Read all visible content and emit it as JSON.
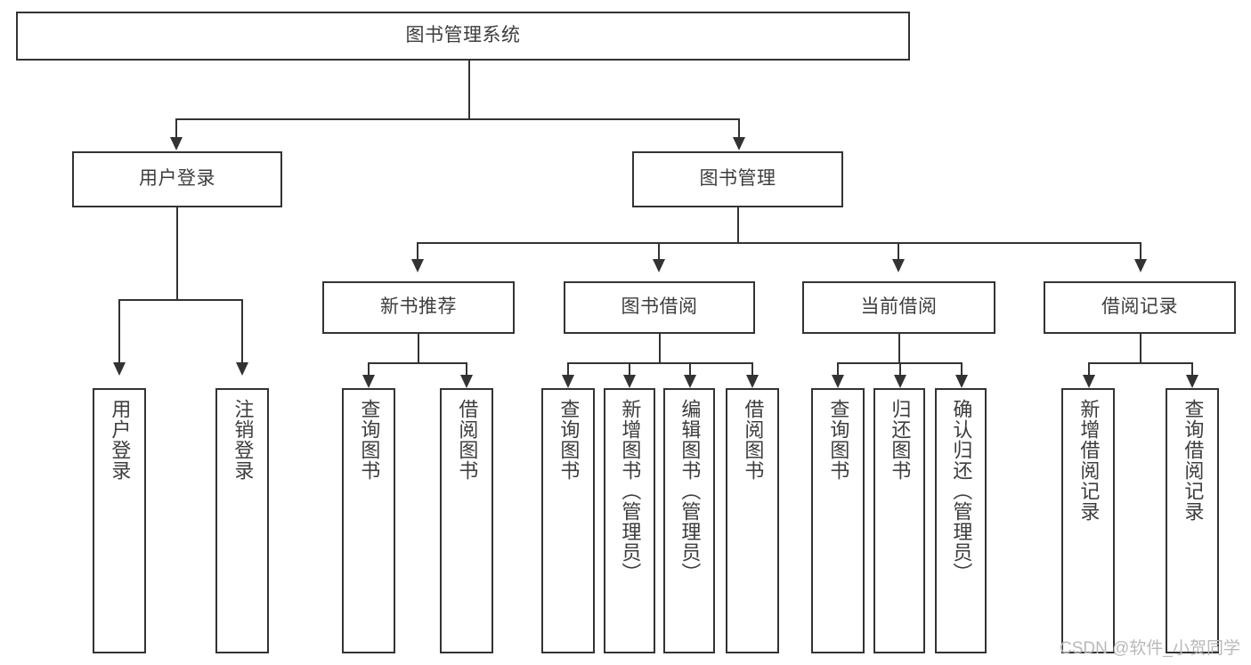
{
  "diagram": {
    "title": "图书管理系统",
    "type": "tree-hierarchy-chart",
    "root": {
      "label": "图书管理系统"
    },
    "level2": [
      {
        "label": "用户登录"
      },
      {
        "label": "图书管理"
      }
    ],
    "level3": [
      {
        "label": "新书推荐"
      },
      {
        "label": "图书借阅"
      },
      {
        "label": "当前借阅"
      },
      {
        "label": "借阅记录"
      }
    ],
    "leaves": {
      "user_login": [
        {
          "label": "用户登录"
        },
        {
          "label": "注销登录"
        }
      ],
      "new_book_recommend": [
        {
          "label": "查询图书"
        },
        {
          "label": "借阅图书"
        }
      ],
      "book_borrow": [
        {
          "label": "查询图书"
        },
        {
          "label": "新增图书（管理员）"
        },
        {
          "label": "编辑图书（管理员）"
        },
        {
          "label": "借阅图书"
        }
      ],
      "current_borrow": [
        {
          "label": "查询图书"
        },
        {
          "label": "归还图书"
        },
        {
          "label": "确认归还（管理员）"
        }
      ],
      "borrow_record": [
        {
          "label": "新增借阅记录"
        },
        {
          "label": "查询借阅记录"
        }
      ]
    }
  },
  "watermark": {
    "text": "CSDN @软件_小贺同学"
  },
  "colors": {
    "box_border": "#333333",
    "box_fill": "#ffffff",
    "text": "#3d3d3d",
    "connector": "#333333",
    "watermark": "#b9b9b9",
    "background": "#ffffff"
  }
}
